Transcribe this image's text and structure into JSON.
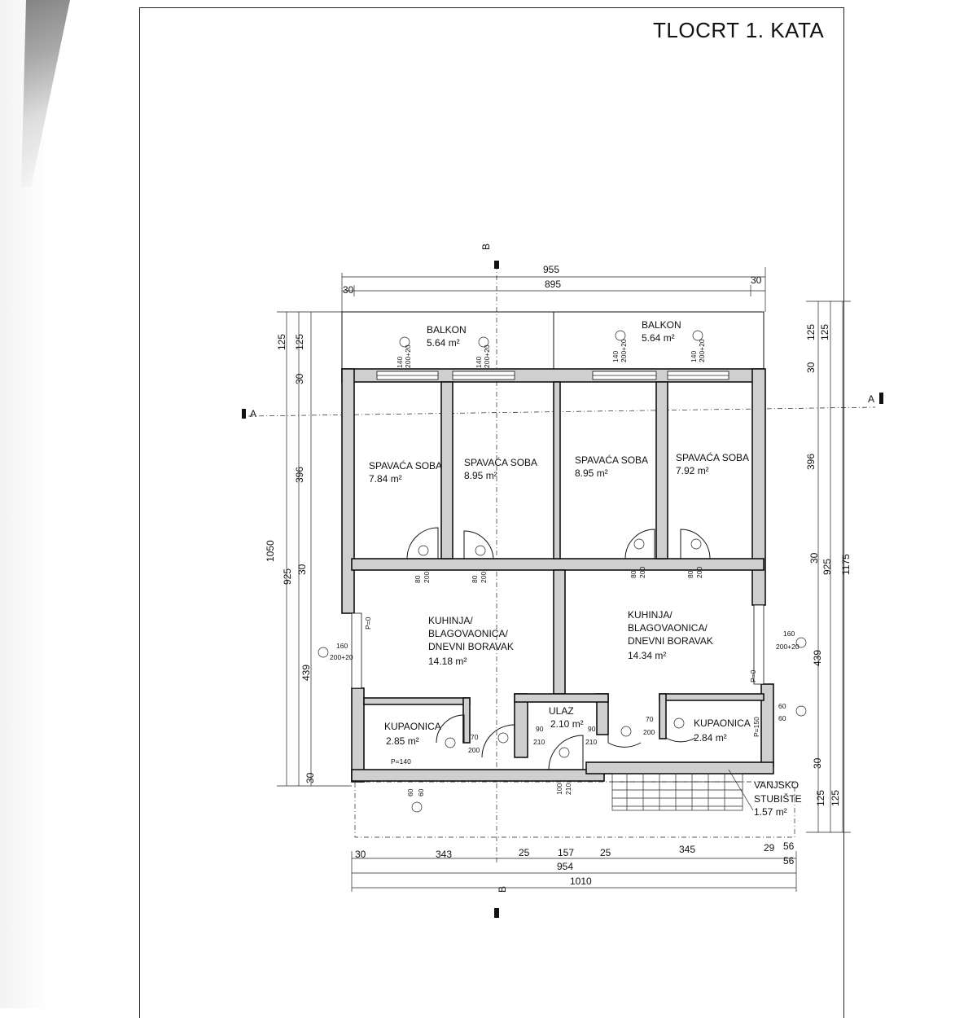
{
  "title": "TLOCRT 1. KATA",
  "sections": {
    "a": "A",
    "b": "B"
  },
  "rooms": [
    {
      "id": "balkon-left",
      "name": "BALKON",
      "area": "5.64 m²"
    },
    {
      "id": "balkon-right",
      "name": "BALKON",
      "area": "5.64 m²"
    },
    {
      "id": "spavaca-1",
      "name": "SPAVAĆA SOBA",
      "area": "7.84 m²"
    },
    {
      "id": "spavaca-2",
      "name": "SPAVAĆA SOBA",
      "area": "8.95 m²"
    },
    {
      "id": "spavaca-3",
      "name": "SPAVAĆA SOBA",
      "area": "8.95 m²"
    },
    {
      "id": "spavaca-4",
      "name": "SPAVAĆA SOBA",
      "area": "7.92 m²"
    },
    {
      "id": "kuhinja-left",
      "name": [
        "KUHINJA/",
        "BLAGOVAONICA/",
        "DNEVNI BORAVAK"
      ],
      "area": "14.18 m²"
    },
    {
      "id": "kuhinja-right",
      "name": [
        "KUHINJA/",
        "BLAGOVAONICA/",
        "DNEVNI BORAVAK"
      ],
      "area": "14.34 m²"
    },
    {
      "id": "kupaonica-left",
      "name": "KUPAONICA",
      "area": "2.85 m²"
    },
    {
      "id": "kupaonica-right",
      "name": "KUPAONICA",
      "area": "2.84 m²"
    },
    {
      "id": "ulaz",
      "name": "ULAZ",
      "area": "2.10 m²"
    },
    {
      "id": "stubiste",
      "name": [
        "VANJSKO",
        "STUBIŠTE"
      ],
      "area": "1.57 m²"
    }
  ],
  "dimensions": {
    "top": {
      "overall": "955",
      "inner": "895",
      "left_wall": "30",
      "right_wall": "30"
    },
    "left": {
      "balcony_a": "125",
      "balcony_b": "125",
      "wall_top": "30",
      "rooms": "396",
      "wall_mid": "30",
      "living": "439",
      "wall_bottom": "30",
      "overall": "1050",
      "inner": "925"
    },
    "right": {
      "balcony_a": "125",
      "balcony_b": "125",
      "wall_top": "30",
      "rooms": "396",
      "wall_mid": "30",
      "living": "439",
      "wall_bottom": "30",
      "inner": "925",
      "overall": "1175",
      "stair_a": "125",
      "stair_b": "125"
    },
    "bottom": {
      "s1": "30",
      "s2": "343",
      "s3": "25",
      "s4": "157",
      "s5": "25",
      "s6": "345",
      "s7": "29",
      "s8": "56",
      "s9": "56",
      "inner": "954",
      "overall": "1010"
    }
  },
  "openings": {
    "door_80": "80",
    "door_200": "200",
    "door_70": "70",
    "door_90": "90",
    "door_210": "210",
    "door_100": "100",
    "win_140": "140",
    "win_200_20": "200+20",
    "win_160": "160",
    "win_60": "60",
    "parapet_0": "P=0",
    "parapet_140": "P=140",
    "parapet_150": "P=150"
  }
}
